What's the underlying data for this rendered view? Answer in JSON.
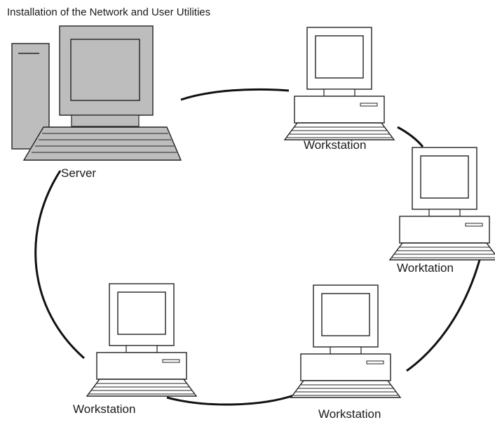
{
  "title": "Installation of the Network and User Utilities",
  "nodes": {
    "server": {
      "label": "Server",
      "icon": "server-computer-icon"
    },
    "ws_top": {
      "label": "Workstation",
      "icon": "workstation-computer-icon"
    },
    "ws_right": {
      "label": "Worktation",
      "icon": "workstation-computer-icon"
    },
    "ws_bottom_left": {
      "label": "Workstation",
      "icon": "workstation-computer-icon"
    },
    "ws_bottom_right": {
      "label": "Workstation",
      "icon": "workstation-computer-icon"
    }
  },
  "colors": {
    "line": "#111111",
    "server_fill": "#bdbdbd",
    "workstation_fill": "#ffffff"
  }
}
